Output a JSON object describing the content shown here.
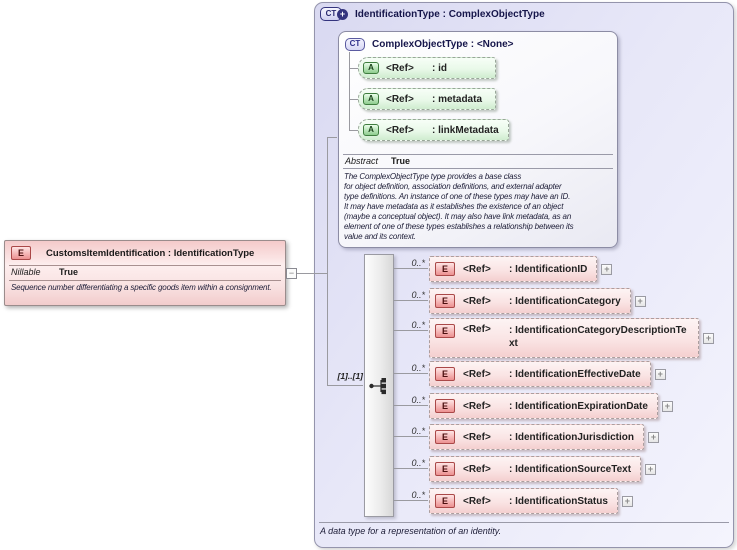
{
  "left_element": {
    "icon": "E",
    "title": "CustomsItemIdentification : IdentificationType",
    "nillable_label": "Nillable",
    "nillable_value": "True",
    "description": "Sequence number differentiating a specific goods item within a consignment."
  },
  "type_panel": {
    "icon": "CT",
    "icon_plus": "+",
    "title": "IdentificationType : ComplexObjectType",
    "footer": "A data type for a representation of an identity.",
    "expand_symbol": "+",
    "collapse_symbol": "−",
    "base_type": {
      "icon": "CT",
      "title": "ComplexObjectType : <None>",
      "attributes": [
        {
          "icon": "A",
          "ref": "<Ref>",
          "name": ": id"
        },
        {
          "icon": "A",
          "ref": "<Ref>",
          "name": ": metadata"
        },
        {
          "icon": "A",
          "ref": "<Ref>",
          "name": ": linkMetadata"
        }
      ],
      "abstract_label": "Abstract",
      "abstract_value": "True",
      "description": "The ComplexObjectType type provides a base class\nfor object definition, association definitions, and external adapter\ntype definitions. An instance of one of these types may have an ID.\nIt may have metadata as it establishes the existence of an object\n(maybe a conceptual object). It may also have link metadata, as an\nelement of one of these types establishes a relationship between its\nvalue and its context."
    },
    "sequence": {
      "cardinality": "[1]..[1]"
    },
    "elements": [
      {
        "cardinality": "0..*",
        "icon": "E",
        "ref": "<Ref>",
        "name": ": IdentificationID"
      },
      {
        "cardinality": "0..*",
        "icon": "E",
        "ref": "<Ref>",
        "name": ": IdentificationCategory"
      },
      {
        "cardinality": "0..*",
        "icon": "E",
        "ref": "<Ref>",
        "name": ": IdentificationCategoryDescriptionText"
      },
      {
        "cardinality": "0..*",
        "icon": "E",
        "ref": "<Ref>",
        "name": ": IdentificationEffectiveDate"
      },
      {
        "cardinality": "0..*",
        "icon": "E",
        "ref": "<Ref>",
        "name": ": IdentificationExpirationDate"
      },
      {
        "cardinality": "0..*",
        "icon": "E",
        "ref": "<Ref>",
        "name": ": IdentificationJurisdiction"
      },
      {
        "cardinality": "0..*",
        "icon": "E",
        "ref": "<Ref>",
        "name": ": IdentificationSourceText"
      },
      {
        "cardinality": "0..*",
        "icon": "E",
        "ref": "<Ref>",
        "name": ": IdentificationStatus"
      }
    ]
  }
}
